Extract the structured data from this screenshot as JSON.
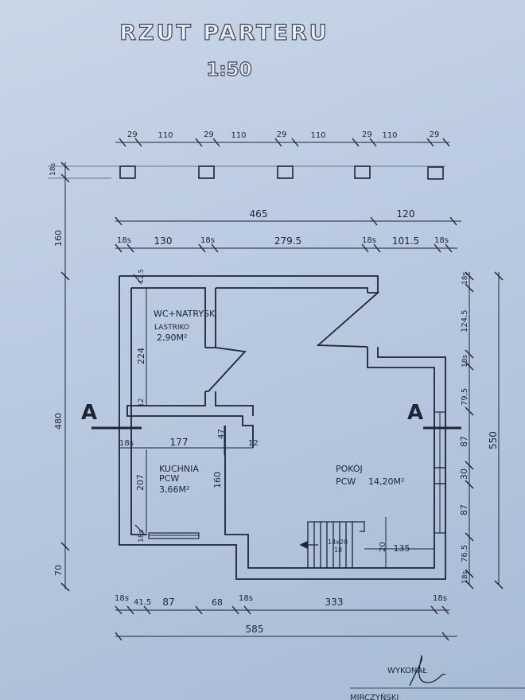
{
  "title": {
    "line1": "RZUT PARTERU",
    "line2": "1:50"
  },
  "top_piers": {
    "values": [
      "29",
      "110",
      "29",
      "110",
      "29",
      "110",
      "29",
      "110",
      "29"
    ]
  },
  "left_top_dims": {
    "a": "18s",
    "b": "160"
  },
  "overall_dims": {
    "a": "465",
    "b": "120"
  },
  "wall_dims": {
    "values": [
      "18s",
      "130",
      "18s",
      "279.5",
      "18s",
      "101.5",
      "18s"
    ]
  },
  "rooms": {
    "wc": {
      "name": "WC+NATRYSK",
      "floor": "LASTRIKO",
      "area": "2,90M²"
    },
    "kitchen": {
      "name": "KUCHNIA",
      "floor": "PCW",
      "area": "3,66M²"
    },
    "living": {
      "name": "POKÓJ",
      "floor": "PCW",
      "area": "14,20M²"
    }
  },
  "interior_dims": {
    "wc_height": "224",
    "wc_wall": "12",
    "k_wall": "18s",
    "k_width": "177",
    "k_door": "47",
    "k_door_wall": "12",
    "k_height": "207",
    "k_height2": "160",
    "k_bottom": "18s",
    "stairs_label1": "14x20",
    "stairs_label2": "18",
    "stairs_a": "20",
    "stairs_b": "135",
    "top_corner": "12.5"
  },
  "left_dims": {
    "a": "480",
    "b": "70"
  },
  "right_dims": {
    "values": [
      "18s",
      "124.5",
      "18s",
      "79.5",
      "87",
      "30",
      "87",
      "76.5",
      "18s"
    ],
    "total": "550"
  },
  "bottom_dims": {
    "values": [
      "18s",
      "41.5",
      "87",
      "68",
      "18s",
      "333",
      "18s"
    ],
    "total": "585"
  },
  "section_marks": {
    "left": "A",
    "right": "A"
  },
  "signature": {
    "label": "WYKONAŁ",
    "name": "MIRCZYŃSKI"
  }
}
